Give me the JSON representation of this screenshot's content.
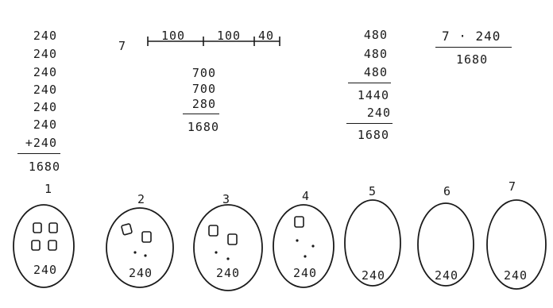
{
  "repeated_addition": {
    "addends": [
      "240",
      "240",
      "240",
      "240",
      "240",
      "240",
      "+240"
    ],
    "total": "1680"
  },
  "number_line": {
    "multiplier": "7",
    "segments": [
      "100",
      "100",
      "40"
    ]
  },
  "partial_products": {
    "values": [
      "700",
      "700",
      "280"
    ],
    "total": "1680"
  },
  "doubling": {
    "values": [
      "480",
      "480",
      "480"
    ],
    "subtotal": "1440",
    "extra": "240",
    "total": "1680"
  },
  "multiplication": {
    "expression": "7 · 240",
    "result": "1680"
  },
  "groups": [
    {
      "number": "1",
      "value": "240"
    },
    {
      "number": "2",
      "value": "240"
    },
    {
      "number": "3",
      "value": "240"
    },
    {
      "number": "4",
      "value": "240"
    },
    {
      "number": "5",
      "value": "240"
    },
    {
      "number": "6",
      "value": "240"
    },
    {
      "number": "7",
      "value": "240"
    }
  ],
  "colors": {
    "ink": "#1a1a1a",
    "paper": "#ffffff"
  }
}
